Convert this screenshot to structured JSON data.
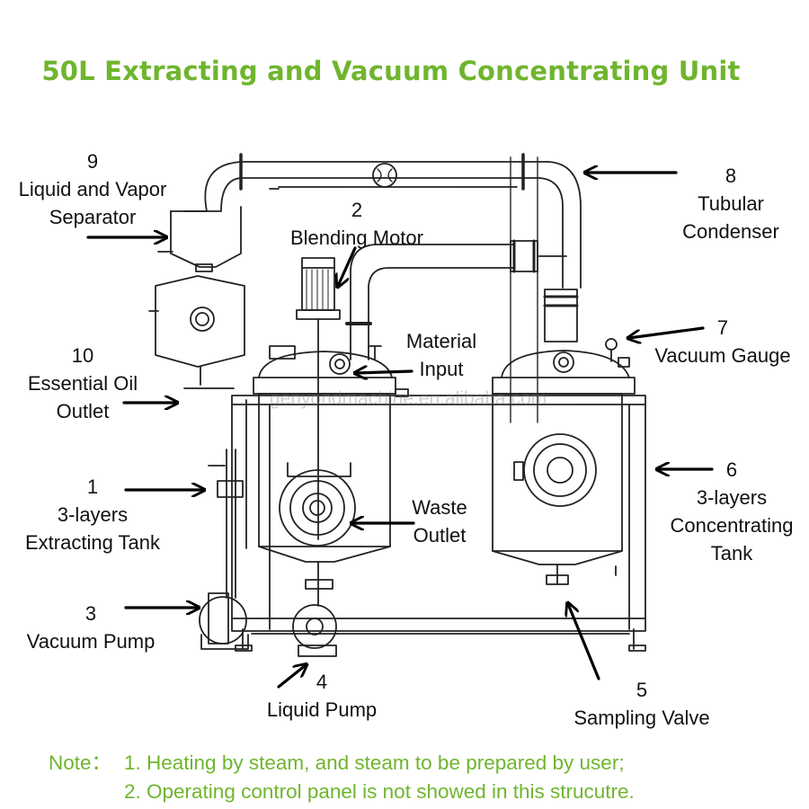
{
  "title": "50L Extracting and Vacuum Concentrating Unit",
  "watermark": "genyondmachine.en.alibaba.com",
  "colors": {
    "title": "#6fb52e",
    "note": "#6fb52e",
    "line": "#222222",
    "arrow": "#000000"
  },
  "labels": [
    {
      "id": "9",
      "lines": [
        "9",
        "Liquid and Vapor",
        "Separator"
      ]
    },
    {
      "id": "2",
      "lines": [
        "2",
        "Blending Motor"
      ]
    },
    {
      "id": "8",
      "lines": [
        "8",
        "Tubular",
        "Condenser"
      ]
    },
    {
      "id": "7",
      "lines": [
        "7",
        "Vacuum Gauge"
      ]
    },
    {
      "id": "material",
      "lines": [
        "Material",
        "Input"
      ]
    },
    {
      "id": "10",
      "lines": [
        "10",
        "Essential Oil",
        "Outlet"
      ]
    },
    {
      "id": "1",
      "lines": [
        "1",
        "3-layers",
        "Extracting Tank"
      ]
    },
    {
      "id": "waste",
      "lines": [
        "Waste",
        "Outlet"
      ]
    },
    {
      "id": "6",
      "lines": [
        "6",
        "3-layers",
        "Concentrating",
        "Tank"
      ]
    },
    {
      "id": "3",
      "lines": [
        "3",
        "Vacuum Pump"
      ]
    },
    {
      "id": "4",
      "lines": [
        "4",
        "Liquid Pump"
      ]
    },
    {
      "id": "5",
      "lines": [
        "5",
        "Sampling Valve"
      ]
    }
  ],
  "note": {
    "prefix": "Note：",
    "items": [
      "1. Heating by steam, and steam to be prepared by user;",
      "2. Operating control panel is not showed in this strucutre."
    ]
  }
}
